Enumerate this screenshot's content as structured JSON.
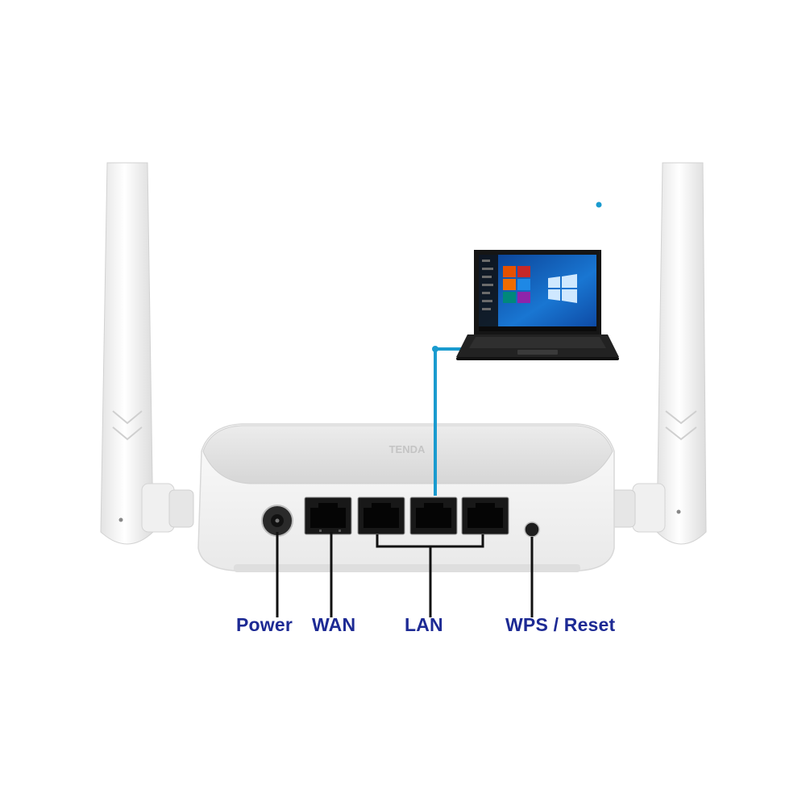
{
  "colors": {
    "label_text": "#1d2a94",
    "cable": "#1a9bcf",
    "router_body": "#f4f4f4",
    "antenna": "#f7f7f7",
    "port_black": "#1a1a1a",
    "laptop_screen": "#1565c0"
  },
  "labels": {
    "power": "Power",
    "wan": "WAN",
    "lan": "LAN",
    "wps_reset": "WPS / Reset"
  },
  "icons": [
    "router-image",
    "antenna-left",
    "antenna-right",
    "laptop-icon",
    "ethernet-cable"
  ]
}
